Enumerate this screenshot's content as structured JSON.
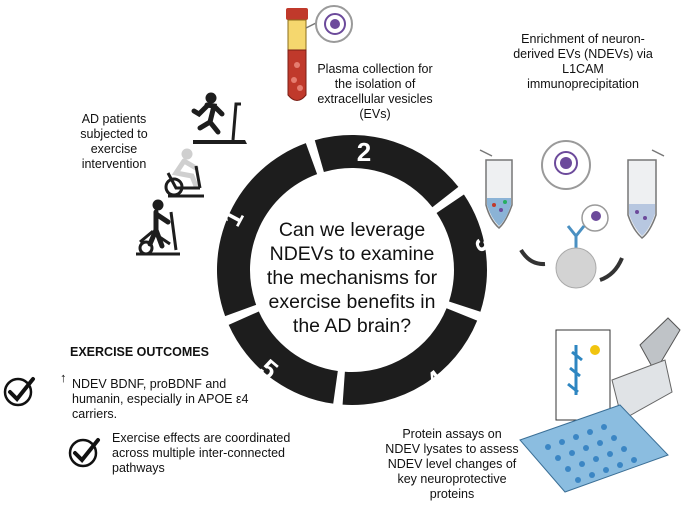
{
  "center_question": "Can we leverage NDEVs to examine the mechanisms for exercise benefits in the AD brain?",
  "steps": [
    {
      "number": "1",
      "text": "AD patients subjected to exercise intervention"
    },
    {
      "number": "2",
      "text": "Plasma collection for the isolation of extracellular vesicles (EVs)"
    },
    {
      "number": "3",
      "text": "Enrichment of neuron-derived EVs (NDEVs) via L1CAM immunoprecipitation"
    },
    {
      "number": "4",
      "text": "Protein assays on NDEV lysates to assess NDEV level changes of key neuroprotective proteins"
    },
    {
      "number": "5",
      "text": ""
    }
  ],
  "outcomes": {
    "heading": "EXERCISE OUTCOMES",
    "items": [
      {
        "arrow": "↑",
        "text": "NDEV BDNF, proBDNF and humanin, especially in APOE ε4 carriers."
      },
      {
        "text": "Exercise effects are coordinated across multiple inter-connected pathways"
      }
    ]
  },
  "colors": {
    "ring": "#1d1d1d",
    "tube_red": "#c0392b",
    "tube_yellow": "#f1c40f",
    "bead_blue": "#4a90c2",
    "virus_purple": "#6c4a9b"
  },
  "icons": [
    "treadmill-person-icon",
    "exercise-bike-person-icon",
    "elliptical-person-icon",
    "blood-tube-icon",
    "ev-bubble-icon",
    "eppendorf-tube-icon",
    "antibody-bead-icon",
    "pipette-plate-icon",
    "checkmark-icon"
  ]
}
